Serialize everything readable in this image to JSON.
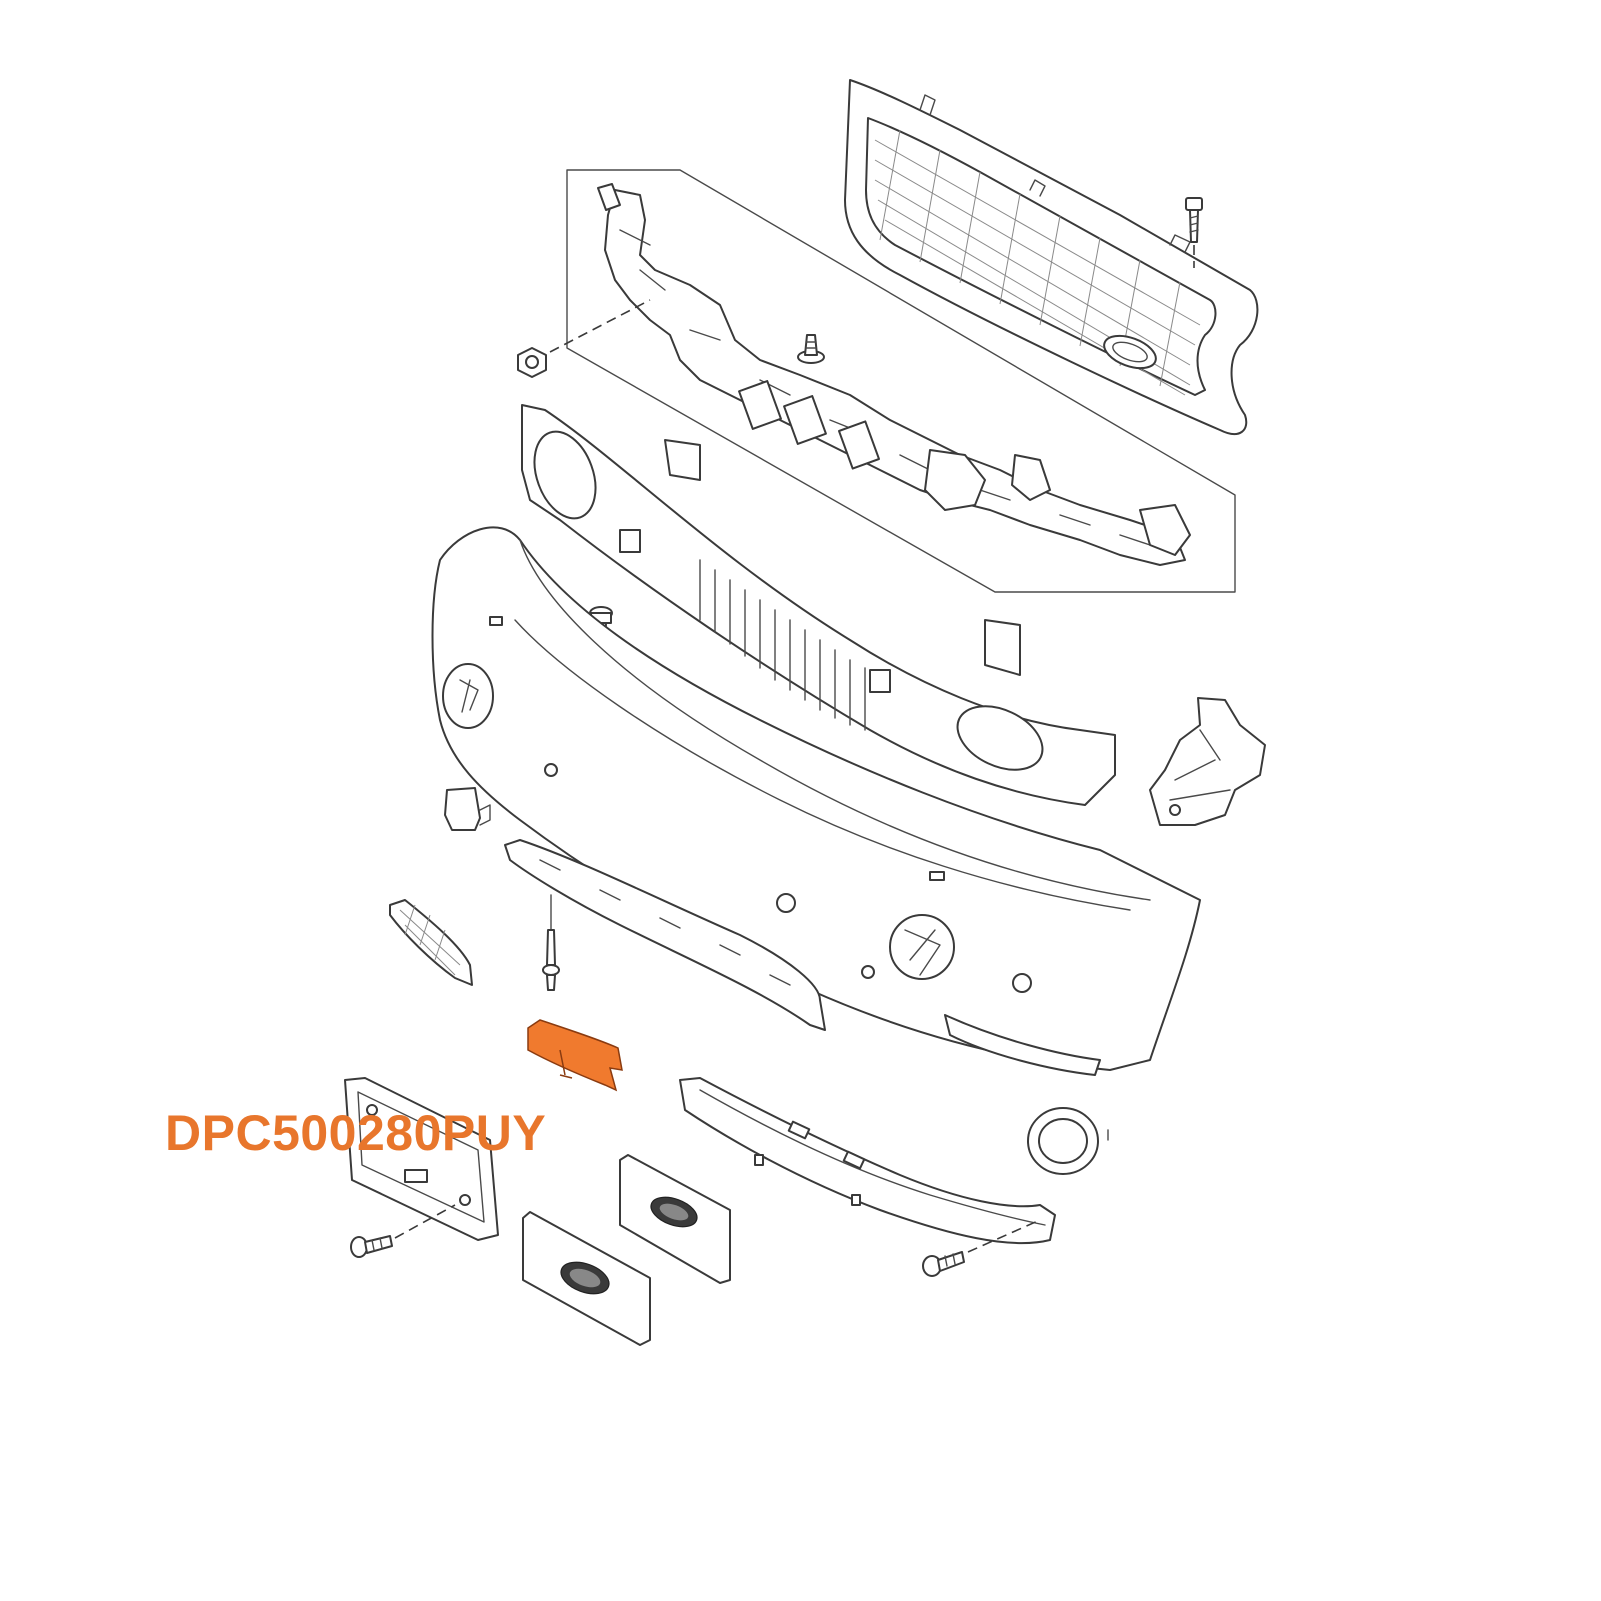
{
  "part_number_label": "DPC500280PUY",
  "colors": {
    "highlight": "#f07a2e",
    "label": "#e8762c",
    "line": "#3a3a3a",
    "background": "#ffffff"
  },
  "parts": [
    "grille",
    "grille-screw",
    "upper-support-bracket-assembly",
    "push-clip",
    "nut",
    "bumper-armature-beam",
    "bumper-cover",
    "bolt",
    "side-mounting-bracket",
    "park-sensor-bracket",
    "lower-valance-strip",
    "fog-lamp-bezel-left",
    "rivet",
    "highlighted-lower-bracket",
    "license-plate-mounting-panel",
    "license-plate-blank-left",
    "license-plate-blank-right",
    "lower-spoiler-extension",
    "fog-lamp-ring",
    "self-tapping-screw",
    "plate-bolt"
  ]
}
